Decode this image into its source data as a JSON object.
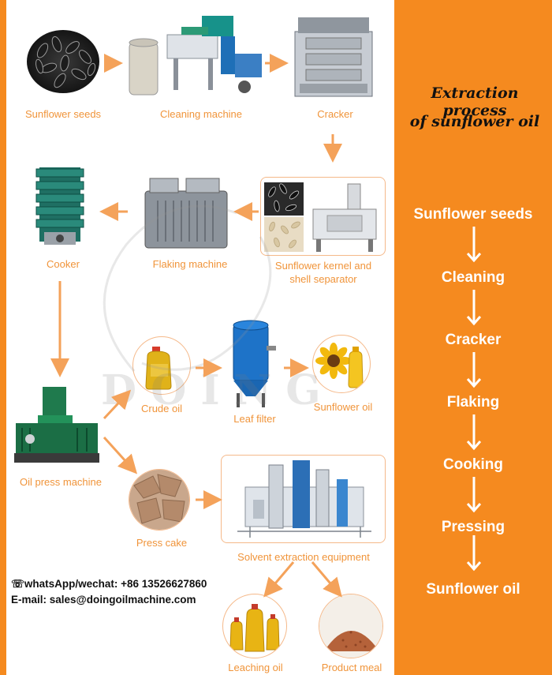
{
  "diagram": {
    "steps": {
      "sunflower_seeds": "Sunflower seeds",
      "cleaning_machine": "Cleaning machine",
      "cracker": "Cracker",
      "separator": "Sunflower kernel and shell separator",
      "flaking_machine": "Flaking machine",
      "cooker": "Cooker",
      "oil_press_machine": "Oil press machine",
      "crude_oil": "Crude oil",
      "leaf_filter": "Leaf filter",
      "sunflower_oil": "Sunflower oil",
      "press_cake": "Press cake",
      "solvent_extraction": "Solvent extraction equipment",
      "leaching_oil": "Leaching oil",
      "product_meal": "Product meal"
    },
    "watermark": "DOING"
  },
  "contact": {
    "whatsapp": "☏whatsApp/wechat: +86 13526627860",
    "email": "E-mail: sales@doingoilmachine.com"
  },
  "side_panel": {
    "title_line1": "Extraction process",
    "title_line2": "of sunflower oil",
    "flow": [
      "Sunflower seeds",
      "Cleaning",
      "Cracker",
      "Flaking",
      "Cooking",
      "Pressing",
      "Sunflower oil"
    ]
  },
  "colors": {
    "orange": "#f58a1f",
    "label_orange": "#f0943a",
    "arrow_orange": "#f4a25a"
  }
}
